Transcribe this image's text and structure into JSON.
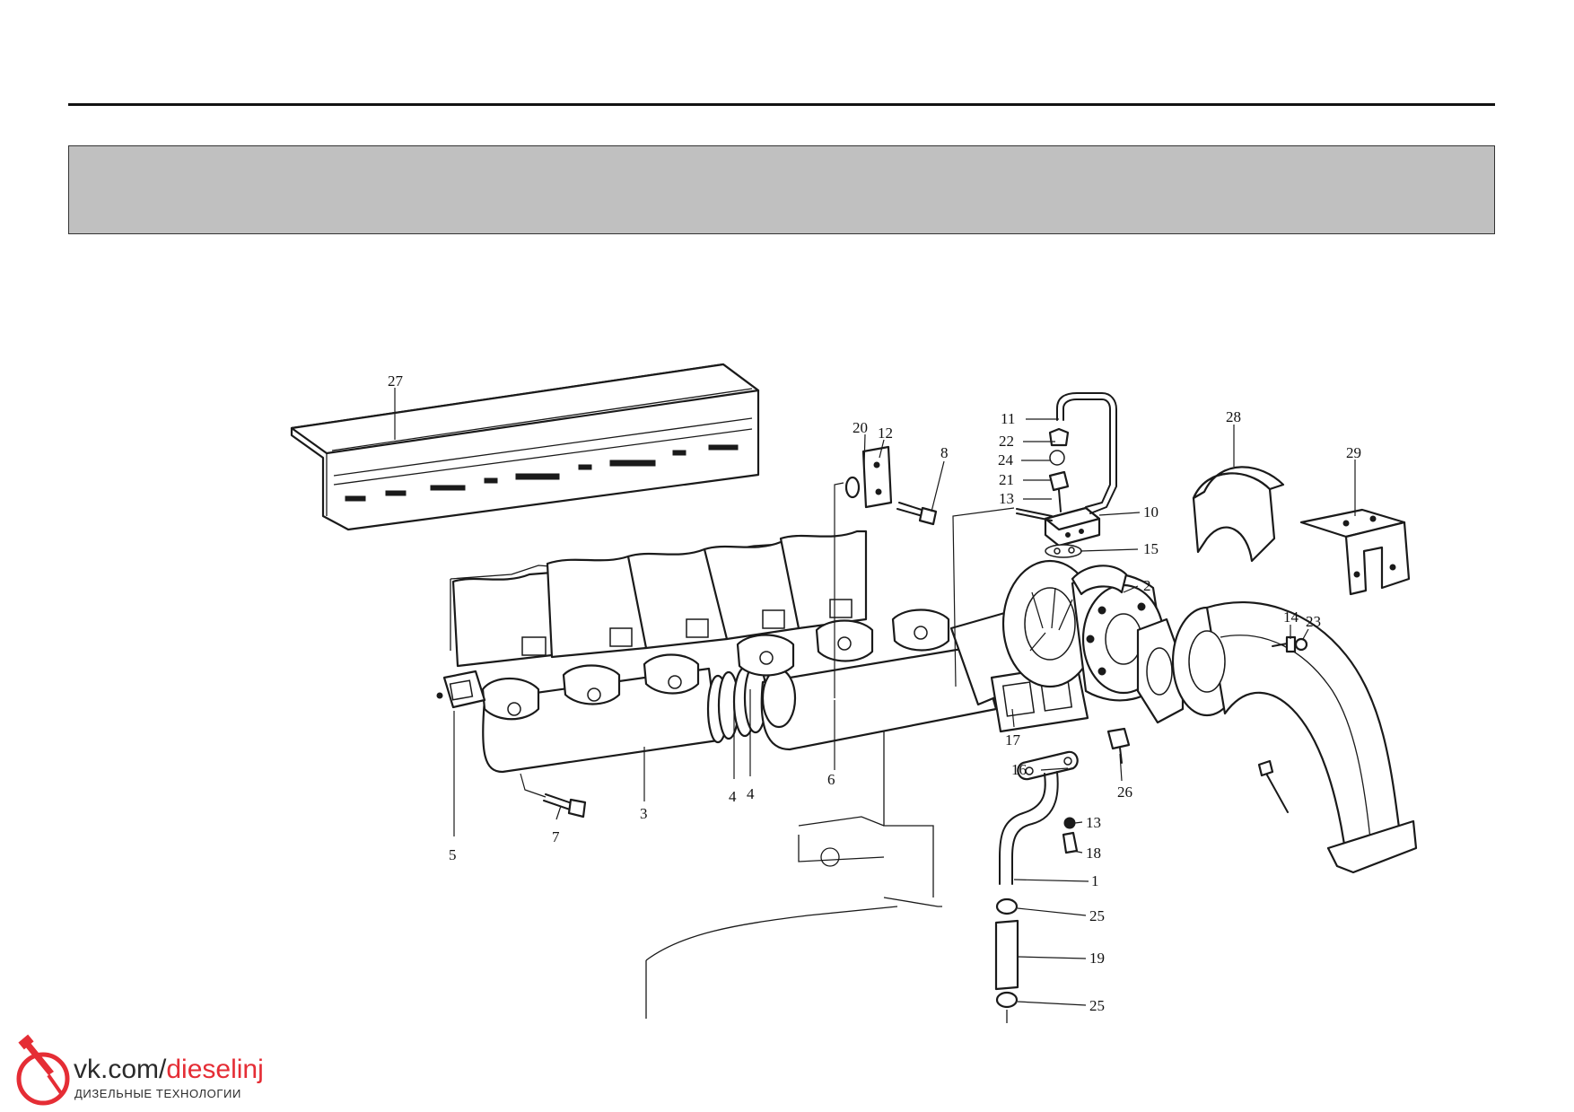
{
  "header": {
    "band_color": "#c0c0c0",
    "rule_color": "#111111"
  },
  "callouts": {
    "c1": "1",
    "c2": "2",
    "c3": "3",
    "c4a": "4",
    "c4b": "4",
    "c5": "5",
    "c6": "6",
    "c7": "7",
    "c8": "8",
    "c10": "10",
    "c11": "11",
    "c12": "12",
    "c13a": "13",
    "c13b": "13",
    "c14": "14",
    "c15": "15",
    "c16": "16",
    "c17": "17",
    "c18": "18",
    "c19": "19",
    "c20": "20",
    "c21": "21",
    "c22": "22",
    "c23": "23",
    "c24": "24",
    "c25a": "25",
    "c25b": "25",
    "c26": "26",
    "c27": "27",
    "c28": "28",
    "c29": "29"
  },
  "watermark": {
    "site_prefix": "vk.com/",
    "site_accent": "dieselinj",
    "tagline": "ДИЗЕЛЬНЫЕ ТЕХНОЛОГИИ",
    "accent_color": "#e52d35"
  }
}
